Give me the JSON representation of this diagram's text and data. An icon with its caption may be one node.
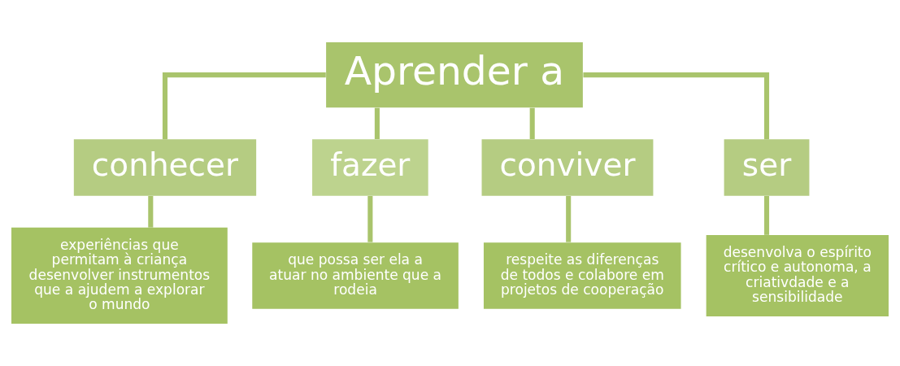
{
  "diagram": {
    "nodes": [
      {
        "text": [
          "Aprender a"
        ]
      },
      {
        "text": [
          "conhecer"
        ]
      },
      {
        "text": [
          "fazer"
        ]
      },
      {
        "text": [
          "conviver"
        ]
      },
      {
        "text": [
          "ser"
        ]
      },
      {
        "text": [
          "experiências que permitam à criança desenvolver instrumentos que a ajudem a explorar o mundo"
        ]
      },
      {
        "text": [
          "que possa ser ela a atuar no ambiente que a rodeia"
        ]
      },
      {
        "text": [
          "respeite as diferenças de todos e colabore em projetos de cooperação"
        ]
      },
      {
        "text": [
          "desenvolva o espírito crítico e autonoma, a criativdade e a sensibilidade"
        ]
      }
    ],
    "edges": [
      {
        "from": 0,
        "to": 1,
        "arrow": "none"
      },
      {
        "from": 0,
        "to": 2,
        "arrow": "none"
      },
      {
        "from": 0,
        "to": 3,
        "arrow": "none"
      },
      {
        "from": 0,
        "to": 4,
        "arrow": "none"
      },
      {
        "from": 1,
        "to": 5,
        "arrow": "none"
      },
      {
        "from": 2,
        "to": 6,
        "arrow": "none"
      },
      {
        "from": 3,
        "to": 7,
        "arrow": "none"
      },
      {
        "from": 4,
        "to": 8,
        "arrow": "none"
      }
    ]
  }
}
